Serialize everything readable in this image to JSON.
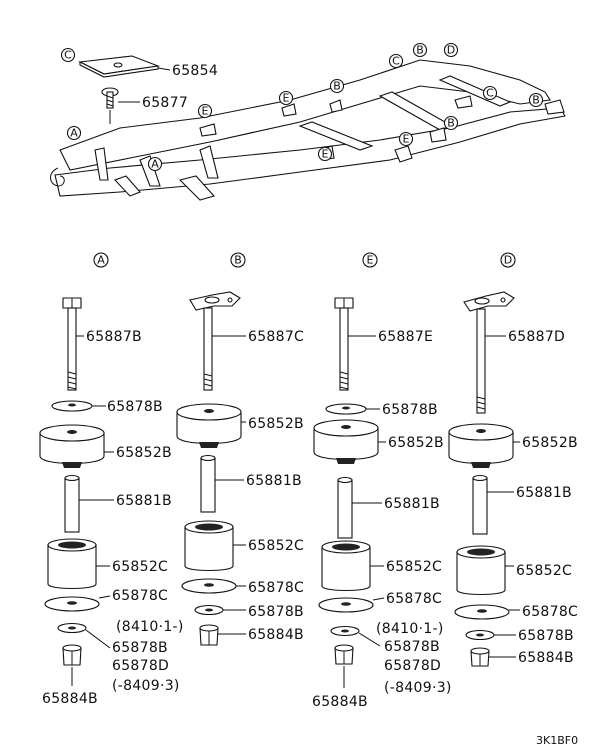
{
  "top": {
    "parts": {
      "plate": "65854",
      "screw": "65877"
    },
    "frame_markers": [
      "A",
      "A",
      "B",
      "B",
      "B",
      "B",
      "C",
      "C",
      "C",
      "D",
      "E",
      "E",
      "E",
      "E"
    ]
  },
  "columns": [
    {
      "marker": "A",
      "bolt": "65887B",
      "washer_top": "65878B",
      "cushion_upper": "65852B",
      "collar": "65881B",
      "cushion_lower": "65852C",
      "washer_large": "65878C",
      "note_from": "(8410·1-)",
      "washer_small_from": "65878B",
      "washer_small_to": "65878D",
      "note_to": "(-8409·3)",
      "nut": "65884B"
    },
    {
      "marker": "B",
      "bolt": "65887C",
      "cushion_upper": "65852B",
      "collar": "65881B",
      "cushion_lower": "65852C",
      "washer_large": "65878C",
      "washer_small": "65878B",
      "nut": "65884B"
    },
    {
      "marker": "E",
      "bolt": "65887E",
      "washer_top": "65878B",
      "cushion_upper": "65852B",
      "collar": "65881B",
      "cushion_lower": "65852C",
      "washer_large": "65878C",
      "note_from": "(8410·1-)",
      "washer_small_from": "65878B",
      "washer_small_to": "65878D",
      "note_to": "(-8409·3)",
      "nut": "65884B"
    },
    {
      "marker": "D",
      "bolt": "65887D",
      "cushion_upper": "65852B",
      "collar": "65881B",
      "cushion_lower": "65852C",
      "washer_large": "65878C",
      "washer_small": "65878B",
      "nut": "65884B"
    }
  ],
  "footer": {
    "code": "3K1BF0"
  }
}
